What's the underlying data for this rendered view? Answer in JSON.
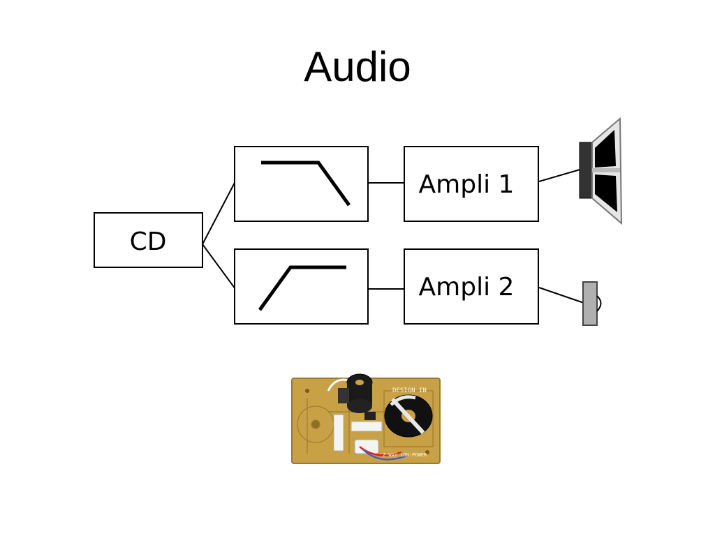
{
  "slide": {
    "title": "Audio"
  },
  "diagram": {
    "source_label": "CD",
    "filters": [
      {
        "type": "low-pass"
      },
      {
        "type": "high-pass"
      }
    ],
    "amplifiers": [
      {
        "label": "Ampli 1"
      },
      {
        "label": "Ampli 2"
      }
    ],
    "outputs": [
      {
        "type": "woofer-speaker"
      },
      {
        "type": "tweeter-speaker"
      }
    ]
  },
  "photo": {
    "board_text_1": "DESIGN IN",
    "board_text_2": "2-WAY LOW-POWER",
    "pcb_color": "#c8a046",
    "coil_color": "#111111"
  }
}
